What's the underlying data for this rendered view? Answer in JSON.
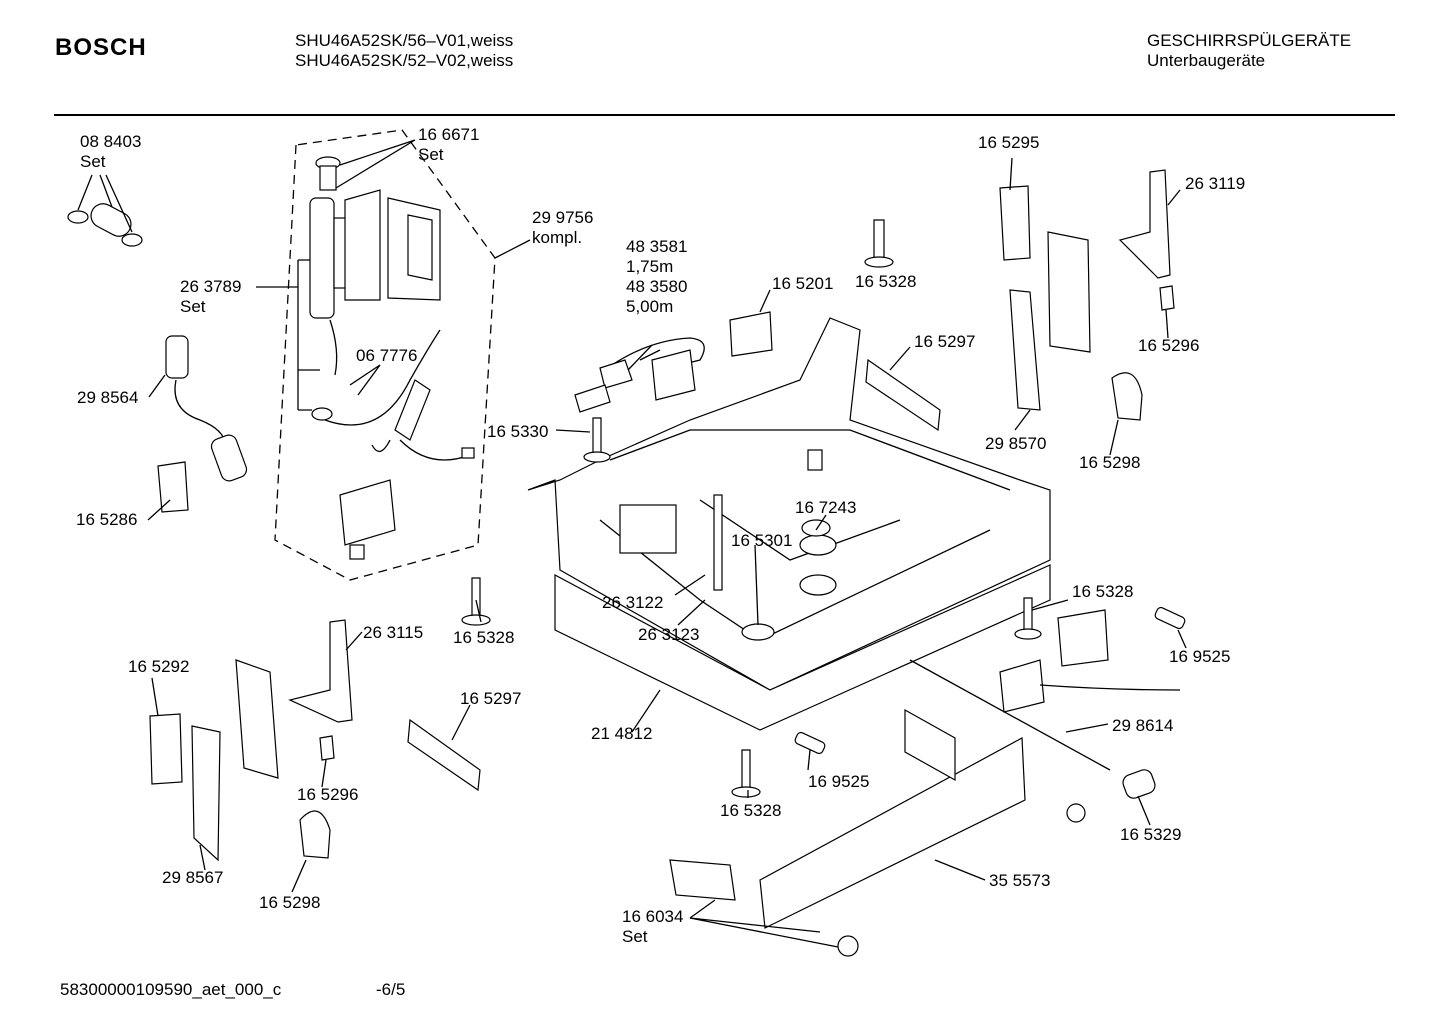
{
  "header": {
    "brand": "BOSCH",
    "models": [
      "SHU46A52SK/56–V01,weiss",
      "SHU46A52SK/52–V02,weiss"
    ],
    "category": [
      "GESCHIRRSPÜLGERÄTE",
      "Unterbaugeräte"
    ]
  },
  "footer": {
    "doc_id": "58300000109590_aet_000_c",
    "page": "-6/5"
  },
  "labels": [
    {
      "id": "p088403",
      "lines": [
        "08 8403",
        "Set"
      ]
    },
    {
      "id": "p166671",
      "lines": [
        "16 6671",
        "Set"
      ]
    },
    {
      "id": "p299756",
      "lines": [
        "29 9756",
        "kompl."
      ]
    },
    {
      "id": "p263789",
      "lines": [
        "26 3789",
        "Set"
      ]
    },
    {
      "id": "p067776",
      "lines": [
        "06 7776"
      ]
    },
    {
      "id": "p298564",
      "lines": [
        "29 8564"
      ]
    },
    {
      "id": "p165286",
      "lines": [
        "16 5286"
      ]
    },
    {
      "id": "p483581",
      "lines": [
        "48 3581",
        "1,75m",
        "48 3580",
        "5,00m"
      ]
    },
    {
      "id": "p165201",
      "lines": [
        "16 5201"
      ]
    },
    {
      "id": "p165328a",
      "lines": [
        "16 5328"
      ]
    },
    {
      "id": "p165295",
      "lines": [
        "16 5295"
      ]
    },
    {
      "id": "p263119",
      "lines": [
        "26 3119"
      ]
    },
    {
      "id": "p165297a",
      "lines": [
        "16 5297"
      ]
    },
    {
      "id": "p165296a",
      "lines": [
        "16 5296"
      ]
    },
    {
      "id": "p298570",
      "lines": [
        "29 8570"
      ]
    },
    {
      "id": "p165298a",
      "lines": [
        "16 5298"
      ]
    },
    {
      "id": "p165330",
      "lines": [
        "16 5330"
      ]
    },
    {
      "id": "p167243",
      "lines": [
        "16 7243"
      ]
    },
    {
      "id": "p165301",
      "lines": [
        "16 5301"
      ]
    },
    {
      "id": "p263122",
      "lines": [
        "26 3122"
      ]
    },
    {
      "id": "p263123",
      "lines": [
        "26 3123"
      ]
    },
    {
      "id": "p165328b",
      "lines": [
        "16 5328"
      ]
    },
    {
      "id": "p263115",
      "lines": [
        "26 3115"
      ]
    },
    {
      "id": "p165292",
      "lines": [
        "16 5292"
      ]
    },
    {
      "id": "p165297b",
      "lines": [
        "16 5297"
      ]
    },
    {
      "id": "p165296b",
      "lines": [
        "16 5296"
      ]
    },
    {
      "id": "p298567",
      "lines": [
        "29 8567"
      ]
    },
    {
      "id": "p165298b",
      "lines": [
        "16 5298"
      ]
    },
    {
      "id": "p214812",
      "lines": [
        "21 4812"
      ]
    },
    {
      "id": "p165328c",
      "lines": [
        "16 5328"
      ]
    },
    {
      "id": "p169525a",
      "lines": [
        "16 9525"
      ]
    },
    {
      "id": "p165328d",
      "lines": [
        "16 5328"
      ]
    },
    {
      "id": "p169525b",
      "lines": [
        "16 9525"
      ]
    },
    {
      "id": "p298614",
      "lines": [
        "29 8614"
      ]
    },
    {
      "id": "p165329",
      "lines": [
        "16 5329"
      ]
    },
    {
      "id": "p355573",
      "lines": [
        "35 5573"
      ]
    },
    {
      "id": "p166034",
      "lines": [
        "16 6034",
        "Set"
      ]
    }
  ]
}
